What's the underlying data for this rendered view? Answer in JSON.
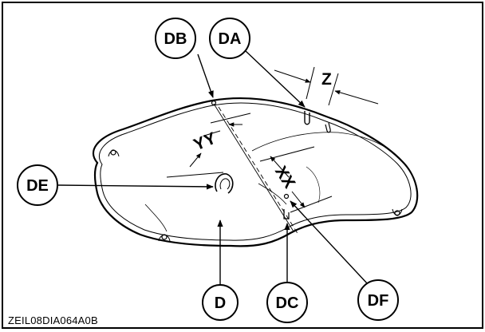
{
  "callouts": {
    "db": "DB",
    "da": "DA",
    "de": "DE",
    "d": "D",
    "dc": "DC",
    "df": "DF"
  },
  "dimensions": {
    "z": "Z",
    "yy": "YY",
    "xx": "XX"
  },
  "figure_code": "ZEIL08DIA064A0B"
}
